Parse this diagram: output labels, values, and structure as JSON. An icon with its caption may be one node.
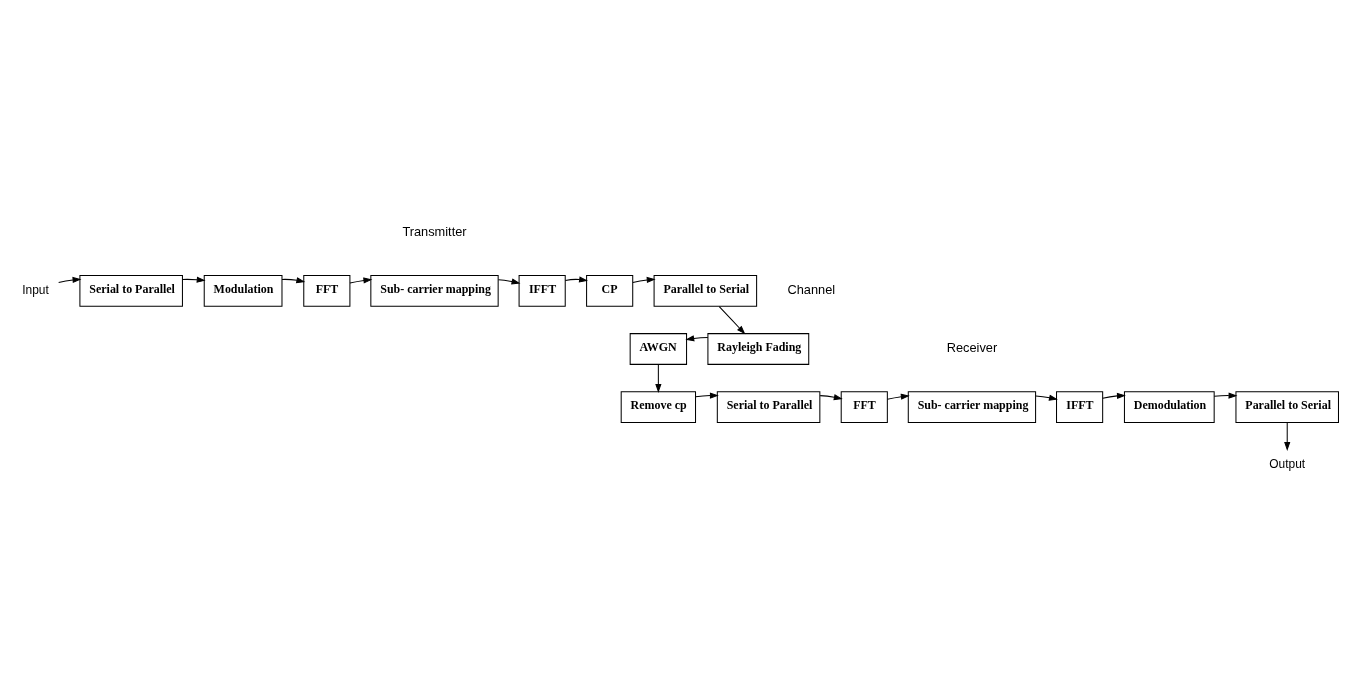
{
  "diagram": {
    "nodes": [
      {
        "text": [
          "Input"
        ]
      },
      {
        "text": [
          "Serial to Parallel"
        ]
      },
      {
        "text": [
          "Modulation"
        ]
      },
      {
        "text": [
          "FFT"
        ]
      },
      {
        "text": [
          "Sub- carrier mapping"
        ]
      },
      {
        "text": [
          "IFFT"
        ]
      },
      {
        "text": [
          "CP"
        ]
      },
      {
        "text": [
          "Parallel to Serial"
        ]
      },
      {
        "text": [
          "Rayleigh Fading"
        ]
      },
      {
        "text": [
          "AWGN"
        ]
      },
      {
        "text": [
          "Remove cp"
        ]
      },
      {
        "text": [
          "Serial to Parallel"
        ]
      },
      {
        "text": [
          "FFT"
        ]
      },
      {
        "text": [
          "Sub- carrier mapping"
        ]
      },
      {
        "text": [
          "IFFT"
        ]
      },
      {
        "text": [
          "Demodulation"
        ]
      },
      {
        "text": [
          "Parallel to Serial"
        ]
      },
      {
        "text": [
          "Output"
        ]
      }
    ],
    "edges": [
      {
        "from": 0,
        "to": 1,
        "arrow": "to"
      },
      {
        "from": 1,
        "to": 2,
        "arrow": "to"
      },
      {
        "from": 2,
        "to": 3,
        "arrow": "to"
      },
      {
        "from": 3,
        "to": 4,
        "arrow": "to"
      },
      {
        "from": 4,
        "to": 5,
        "arrow": "to"
      },
      {
        "from": 5,
        "to": 6,
        "arrow": "to"
      },
      {
        "from": 6,
        "to": 7,
        "arrow": "to"
      },
      {
        "from": 7,
        "to": 8,
        "arrow": "to"
      },
      {
        "from": 8,
        "to": 9,
        "arrow": "to"
      },
      {
        "from": 9,
        "to": 10,
        "arrow": "to"
      },
      {
        "from": 10,
        "to": 11,
        "arrow": "to"
      },
      {
        "from": 11,
        "to": 12,
        "arrow": "to"
      },
      {
        "from": 12,
        "to": 13,
        "arrow": "to"
      },
      {
        "from": 13,
        "to": 14,
        "arrow": "to"
      },
      {
        "from": 14,
        "to": 15,
        "arrow": "to"
      },
      {
        "from": 15,
        "to": 16,
        "arrow": "to"
      },
      {
        "from": 16,
        "to": 17,
        "arrow": "to"
      }
    ],
    "labels": [
      "Transmitter",
      "Channel",
      "Receiver"
    ]
  }
}
